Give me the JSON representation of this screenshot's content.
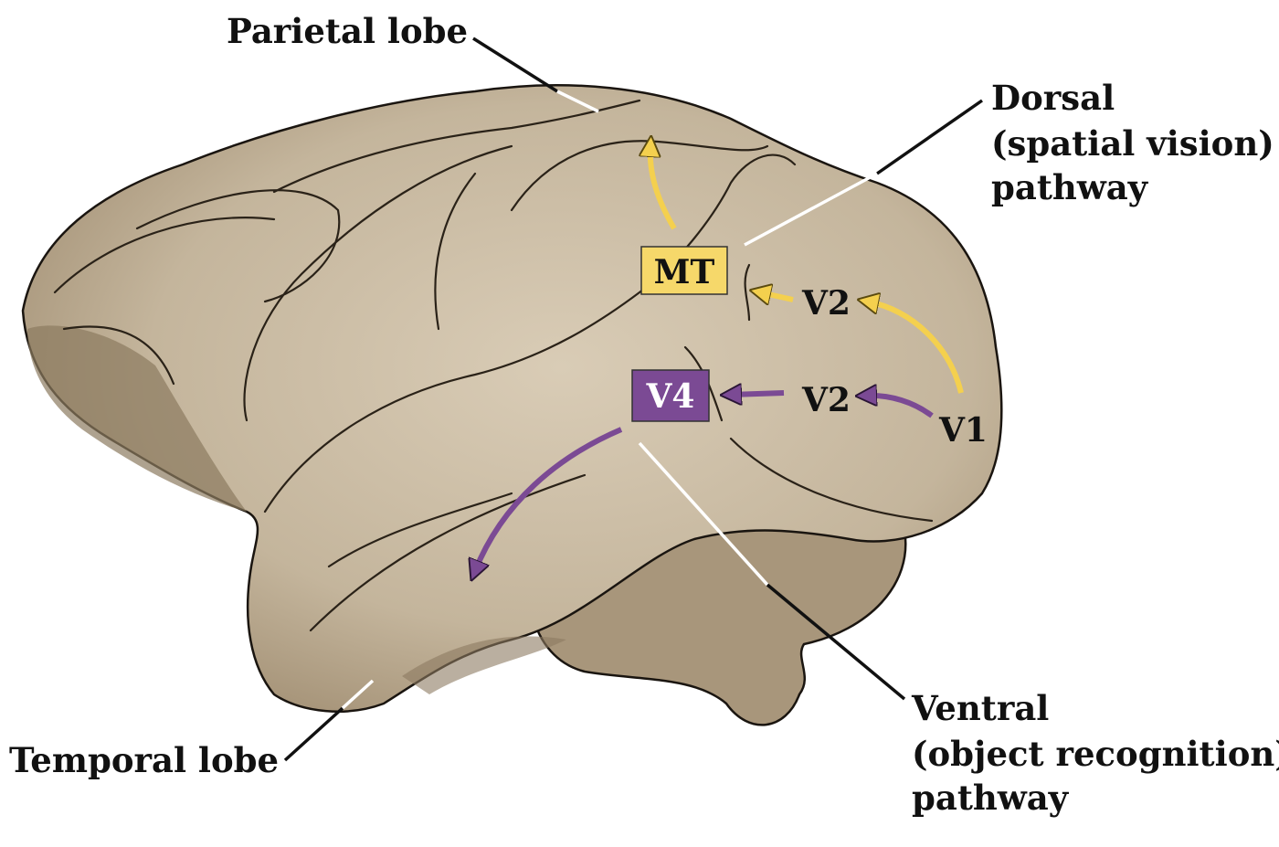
{
  "labels": {
    "parietal": "Parietal lobe",
    "temporal": "Temporal lobe",
    "dorsal": [
      "Dorsal",
      "(spatial vision)",
      "pathway"
    ],
    "ventral": [
      "Ventral",
      "(object recognition)",
      "pathway"
    ]
  },
  "areas": {
    "mt": "MT",
    "v4": "V4",
    "v2_dorsal": "V2",
    "v2_ventral": "V2",
    "v1": "V1"
  },
  "colors": {
    "brain": "#c8baa3",
    "brain_shadow": "#8c7a60",
    "dorsal_pathway": "#f4d04e",
    "ventral_pathway": "#7b4a94",
    "mt_box": "#f6d86a",
    "v4_box": "#7b4a94"
  }
}
